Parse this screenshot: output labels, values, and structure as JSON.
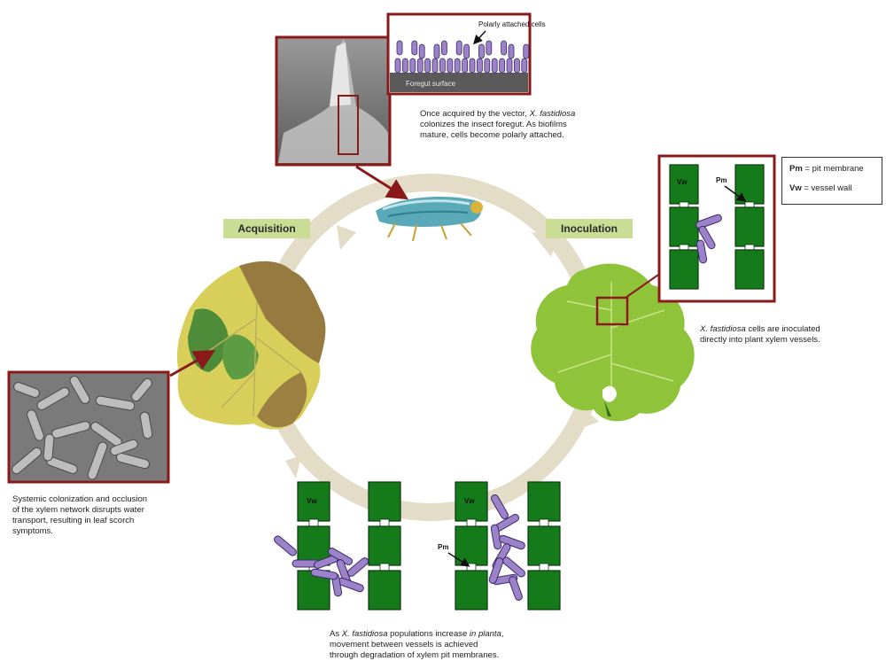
{
  "stages": {
    "acquisition": "Acquisition",
    "inoculation": "Inoculation"
  },
  "inset_top": {
    "polarly_label": "Polarly attached cells",
    "surface_label": "Foregut surface"
  },
  "captions": {
    "vector_1": "Once acquired by the vector, ",
    "vector_species": "X. fastidiosa",
    "vector_2": "colonizes the insect foregut. As biofilms",
    "vector_3": "mature, cells become polarly attached.",
    "inoc_species": "X. fastidiosa",
    "inoc_1": " cells are inoculated",
    "inoc_2": "directly into plant xylem vessels.",
    "sys_1": "Systemic colonization and occlusion",
    "sys_2": "of the xylem network disrupts water",
    "sys_3": "transport, resulting in leaf scorch",
    "sys_4": "symptoms.",
    "pop_1a": "As ",
    "pop_species": "X. fastidiosa",
    "pop_1b": " populations increase ",
    "pop_inplanta": "in planta",
    "pop_1c": ",",
    "pop_2": "movement between vessels is achieved",
    "pop_3": "through degradation of xylem pit membranes."
  },
  "legend": {
    "pm_abbr": "Pm",
    "pm_def": " = pit membrane",
    "vw_abbr": "Vw",
    "vw_def": " = vessel wall"
  },
  "diagram_labels": {
    "vw": "Vw",
    "pm": "Pm"
  },
  "colors": {
    "vessel_green": "#147a1a",
    "bacteria_purple": "#9b82c9",
    "frame_red": "#8a1a1a",
    "cycle_beige": "#e3dcc6",
    "stage_tag": "#c9dd95"
  }
}
